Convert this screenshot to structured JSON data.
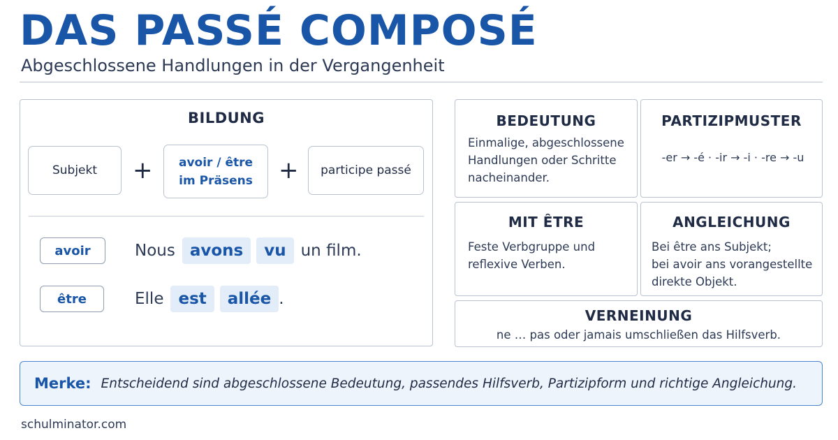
{
  "header": {
    "title": "DAS PASSÉ COMPOSÉ",
    "subtitle": "Abgeschlossene Handlungen in der Vergangenheit"
  },
  "bildung": {
    "title": "BILDUNG",
    "formula": {
      "subject": "Subjekt",
      "plus1": "+",
      "aux_line1": "avoir / être",
      "aux_line2": "im Präsens",
      "plus2": "+",
      "participle": "participe passé"
    },
    "examples": [
      {
        "aux": "avoir",
        "w1": "Nous",
        "w2": "avons",
        "w3": "vu",
        "w4": "un film."
      },
      {
        "aux": "être",
        "w1": "Elle",
        "w2": "est",
        "w3": "allée",
        "w4": "."
      }
    ]
  },
  "cards": {
    "bedeutung": {
      "title": "BEDEUTUNG",
      "line1": "Einmalige, abgeschlossene",
      "line2": "Handlungen oder Schritte",
      "line3": "nacheinander."
    },
    "partizipmuster": {
      "title": "PARTIZIPMUSTER",
      "text": "-er → -é · -ir → -i · -re → -u"
    },
    "mit_etre": {
      "title": "MIT ÊTRE",
      "line1": "Feste Verbgruppe und",
      "line2": "reflexive Verben."
    },
    "angleichung": {
      "title": "ANGLEICHUNG",
      "line1": "Bei être ans Subjekt;",
      "line2": "bei avoir ans vorangestellte",
      "line3": "direkte Objekt."
    },
    "verneinung": {
      "title": "VERNEINUNG",
      "text": "ne … pas oder jamais umschließen das Hilfsverb."
    }
  },
  "merke": {
    "label": "Merke:",
    "text": "Entscheidend sind abgeschlossene Bedeutung, passendes Hilfsverb, Partizipform und richtige Angleichung."
  },
  "footer": {
    "source": "schulminator.com"
  },
  "colors": {
    "accent": "#1a56a8",
    "highlight_bg": "#e3edf9",
    "border": "#b9c2d0",
    "merke_bg": "#edf4fc"
  }
}
